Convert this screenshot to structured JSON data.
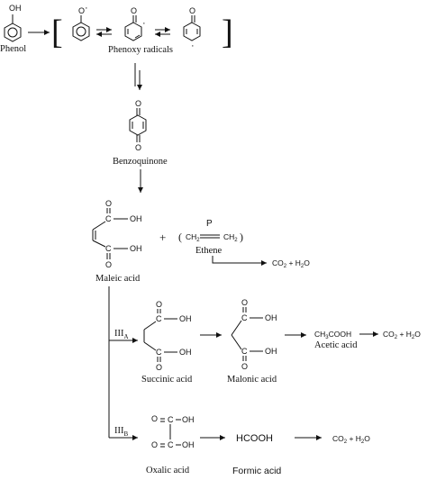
{
  "labels": {
    "phenol": "Phenol",
    "phenoxy": "Phenoxy radicals",
    "benzoquinone": "Benzoquinone",
    "maleic": "Maleic acid",
    "ethene": "Ethene",
    "succinic": "Succinic acid",
    "malonic": "Malonic acid",
    "acetic": "Acetic acid",
    "oxalic": "Oxalic acid",
    "formic": "Formic acid"
  },
  "atoms": {
    "oh": "OH",
    "o": "O",
    "c": "C",
    "radical_dot": "·",
    "p": "P",
    "ch2": "CH",
    "sub2": "2"
  },
  "formulas": {
    "acetic": "CH",
    "acetic_rest": "COOH",
    "formic": "HCOOH",
    "co2": "CO",
    "plus_h2o": " + H",
    "water_o": "O",
    "sub": "2",
    "sub3": "3"
  },
  "pathways": {
    "iiia_main": "III",
    "iiia_sub": "A",
    "iiib_main": "III",
    "iiib_sub": "B"
  },
  "symbols": {
    "plus": "+",
    "bracket_left": "[",
    "bracket_right": "]",
    "paren_left": "(",
    "paren_right": ")"
  }
}
